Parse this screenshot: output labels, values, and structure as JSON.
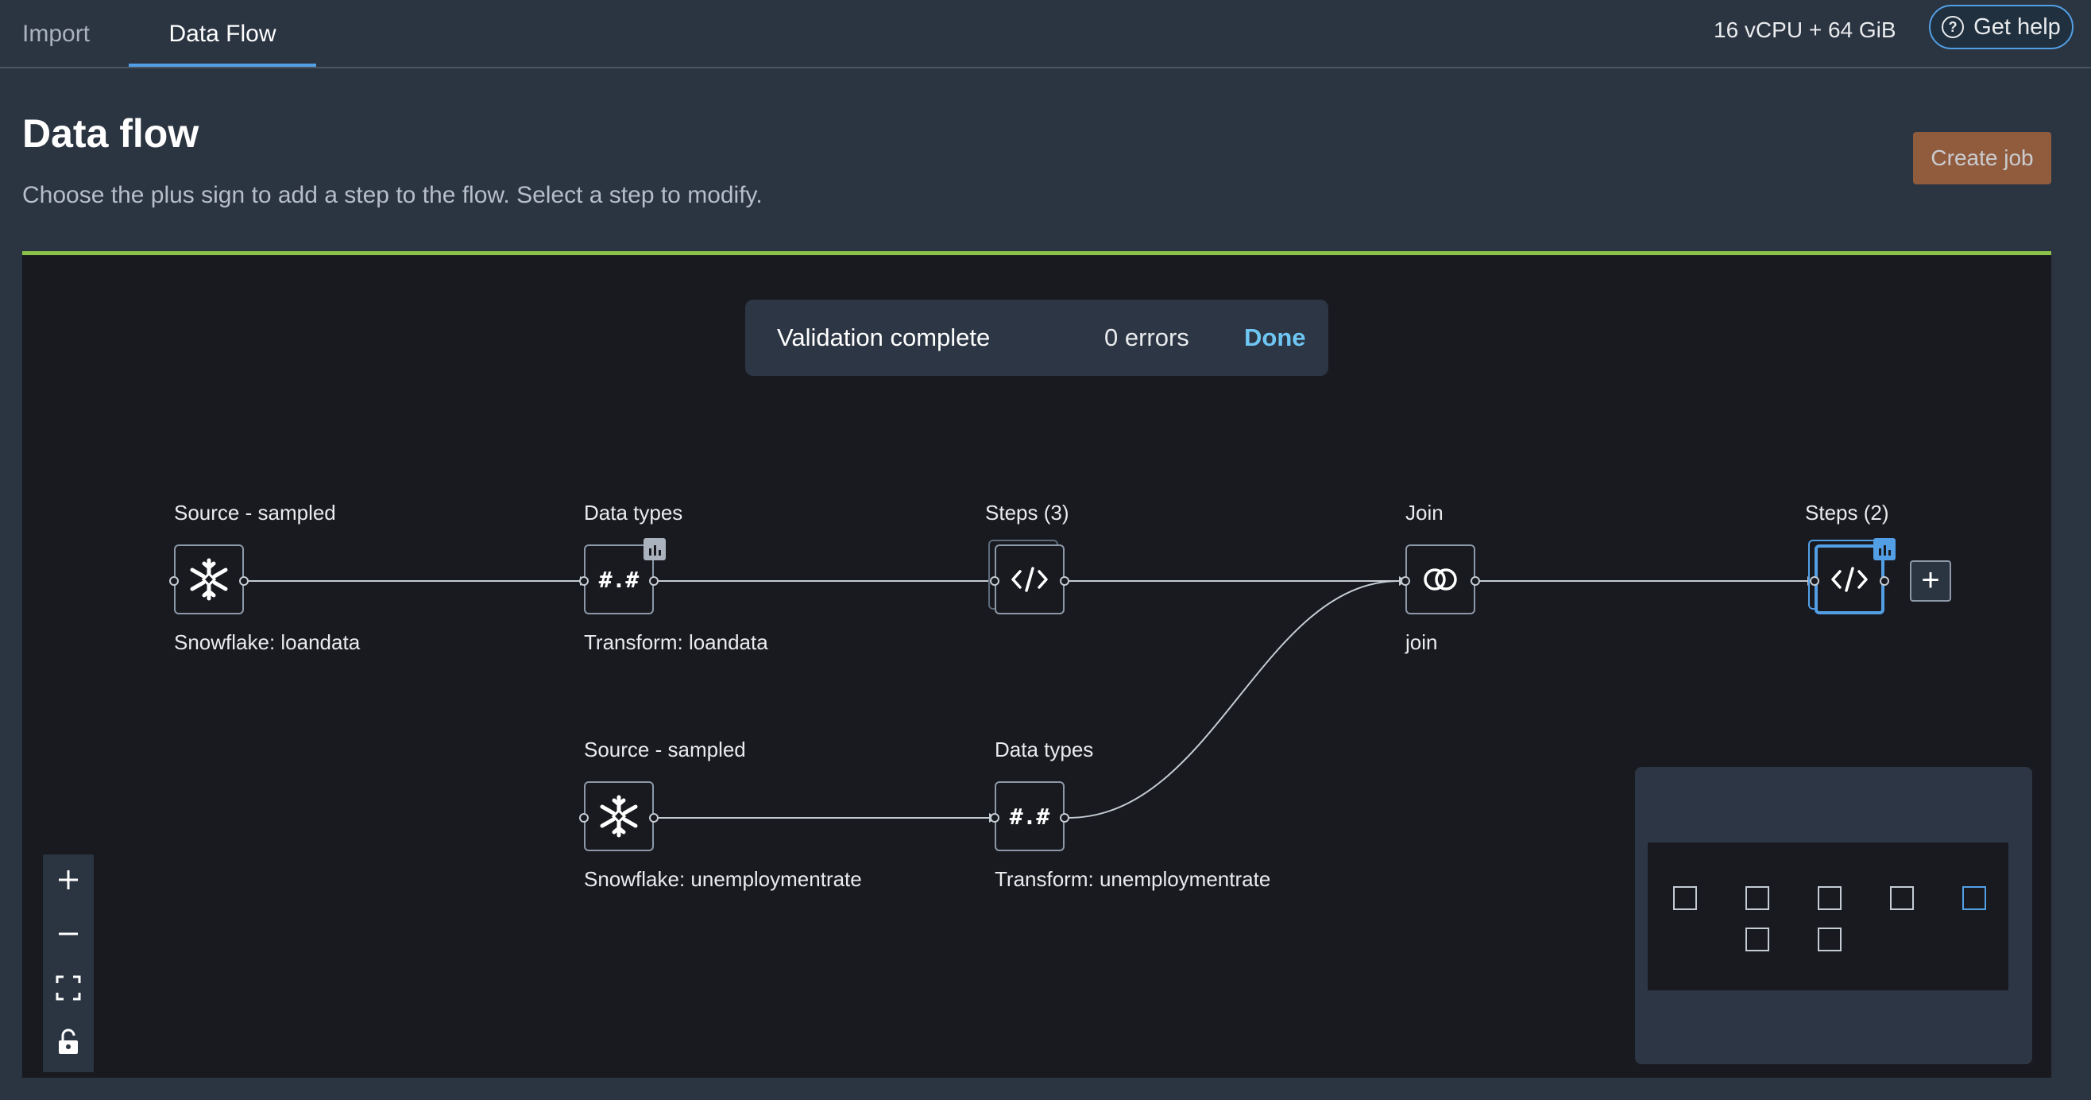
{
  "tabs": [
    {
      "label": "Import",
      "active": false
    },
    {
      "label": "Data Flow",
      "active": true
    }
  ],
  "header": {
    "resources": "16 vCPU + 64 GiB",
    "help_label": "Get help",
    "help_icon": "question-circle-icon"
  },
  "page": {
    "title": "Data flow",
    "description": "Choose the plus sign to add a step to the flow. Select a step to modify.",
    "create_job_label": "Create job"
  },
  "toast": {
    "message": "Validation complete",
    "errors": "0 errors",
    "done_label": "Done"
  },
  "nodes": {
    "source1": {
      "title": "Source - sampled",
      "subtitle": "Snowflake: loandata",
      "icon": "snowflake-icon"
    },
    "datatypes1": {
      "title": "Data types",
      "subtitle": "Transform: loandata",
      "glyph": "#.#",
      "icon": "hash-dot-hash-icon"
    },
    "steps3": {
      "title": "Steps (3)",
      "icon": "code-icon"
    },
    "join": {
      "title": "Join",
      "subtitle": "join",
      "icon": "venn-join-icon"
    },
    "steps2": {
      "title": "Steps (2)",
      "icon": "code-icon",
      "selected": true
    },
    "source2": {
      "title": "Source - sampled",
      "subtitle": "Snowflake: unemploymentrate",
      "icon": "snowflake-icon"
    },
    "datatypes2": {
      "title": "Data types",
      "subtitle": "Transform: unemploymentrate",
      "glyph": "#.#",
      "icon": "hash-dot-hash-icon"
    }
  },
  "add_step": {
    "label": "+"
  },
  "zoom_controls": {
    "zoom_in": "zoom-in-icon",
    "zoom_out": "zoom-out-icon",
    "fit_view": "fit-view-icon",
    "lock": "lock-icon"
  },
  "colors": {
    "accent": "#539fe5",
    "validation_bar": "#8bc34a",
    "create_job": "#b3693d",
    "canvas_bg": "#181a1f",
    "page_bg": "#2b3441"
  }
}
